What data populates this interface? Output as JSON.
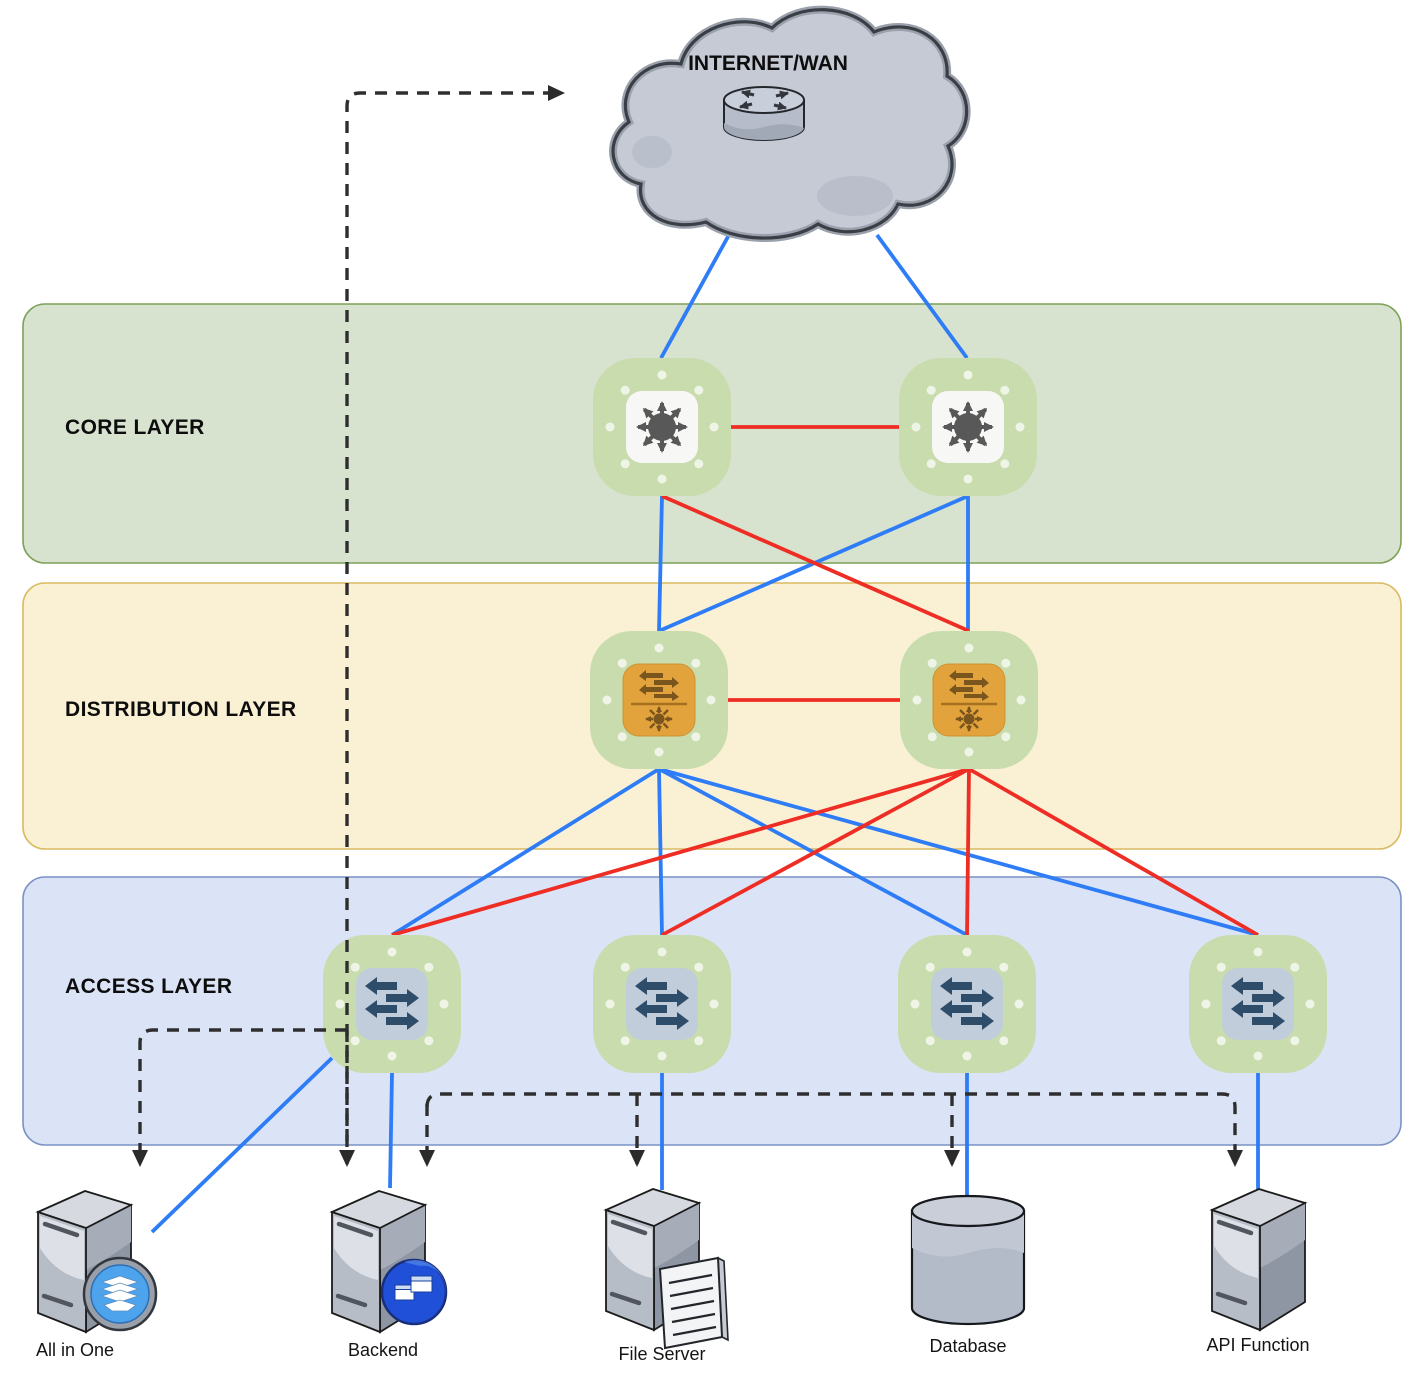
{
  "cloud": {
    "label": "INTERNET/WAN",
    "icon": "internet-router-icon",
    "fill": "#c5cad5"
  },
  "layers": [
    {
      "id": "core",
      "label": "CORE LAYER",
      "fill": "#d7e3cf",
      "stroke": "#7ea159",
      "node_count": 2,
      "node_icon": "core-switch-icon"
    },
    {
      "id": "distribution",
      "label": "DISTRIBUTION LAYER",
      "fill": "#faf1d5",
      "stroke": "#d9ba5f",
      "node_count": 2,
      "node_icon": "multilayer-switch-icon"
    },
    {
      "id": "access",
      "label": "ACCESS LAYER",
      "fill": "#dbe4f7",
      "stroke": "#7a92c4",
      "node_count": 4,
      "node_icon": "l2-switch-icon"
    }
  ],
  "servers": [
    {
      "label": "All in One",
      "icon": "server-tower-icon",
      "badge": "virtualization-badge-icon"
    },
    {
      "label": "Backend",
      "icon": "server-tower-icon",
      "badge": "application-badge-icon"
    },
    {
      "label": "File Server",
      "icon": "server-tower-icon",
      "badge": "document-icon"
    },
    {
      "label": "Database",
      "icon": "database-cylinder-icon",
      "badge": ""
    },
    {
      "label": "API Function",
      "icon": "server-tower-icon",
      "badge": ""
    }
  ],
  "colors": {
    "primary_link": "#2e7cf6",
    "redundant_link": "#ee2e24",
    "dashed_flow": "#2e2e2e",
    "node_green": "#c9dcae",
    "core_icon_bg": "#f7f8f6",
    "distribution_icon_bg": "#e2a23c",
    "access_icon_bg": "#c2cddb"
  },
  "topology": {
    "cloud_to_core": [
      "core-1",
      "core-2"
    ],
    "core_peer_link": "core-1 <-> core-2 (red)",
    "core_to_distribution": [
      "core-1 -> dist-1 (blue)",
      "core-1 -> dist-2 (red)",
      "core-2 -> dist-2 (blue)",
      "core-2 -> dist-1 (blue)"
    ],
    "distribution_peer_link": "dist-1 <-> dist-2 (red)",
    "distribution_to_access": [
      "dist-1 -> access-1..4 (blue)",
      "dist-2 -> access-1..4 (red)"
    ],
    "access_downlinks": [
      "access-1 -> All in One",
      "access-1 -> Backend",
      "access-2 -> File Server",
      "access-3 -> Database",
      "access-4 -> API Function"
    ],
    "dashed_flows": [
      "servers -> INTERNET/WAN",
      "flow -> All in One",
      "flow -> Backend",
      "flow -> File Server",
      "flow -> Database",
      "flow -> API Function"
    ]
  }
}
